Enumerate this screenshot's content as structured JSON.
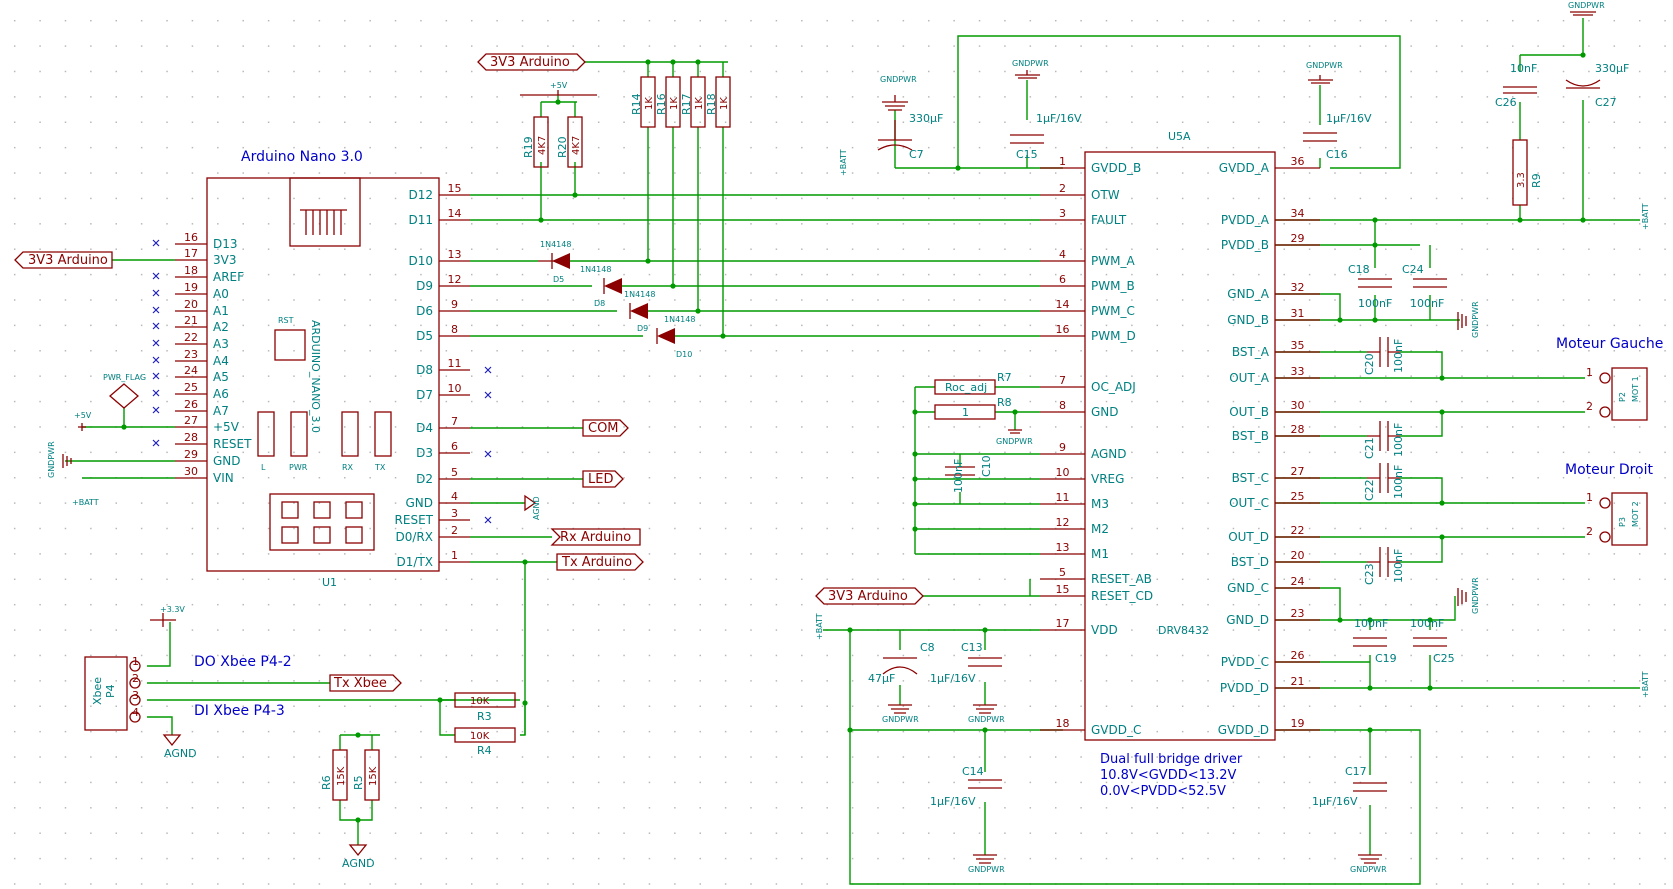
{
  "top": {
    "title": "Arduino Nano 3.0",
    "ref": "U1",
    "inner_label": "ARDUINO_NANO_3.0",
    "rst": "RST",
    "leds": [
      "L",
      "PWR",
      "RX",
      "TX"
    ],
    "left_pins": [
      {
        "num": "16",
        "name": "D13"
      },
      {
        "num": "17",
        "name": "3V3"
      },
      {
        "num": "18",
        "name": "AREF"
      },
      {
        "num": "19",
        "name": "A0"
      },
      {
        "num": "20",
        "name": "A1"
      },
      {
        "num": "21",
        "name": "A2"
      },
      {
        "num": "22",
        "name": "A3"
      },
      {
        "num": "23",
        "name": "A4"
      },
      {
        "num": "24",
        "name": "A5"
      },
      {
        "num": "25",
        "name": "A6"
      },
      {
        "num": "26",
        "name": "A7"
      },
      {
        "num": "27",
        "name": "+5V"
      },
      {
        "num": "28",
        "name": "RESET"
      },
      {
        "num": "29",
        "name": "GND"
      },
      {
        "num": "30",
        "name": "VIN"
      }
    ],
    "right_pins": [
      {
        "num": "15",
        "name": "D12"
      },
      {
        "num": "14",
        "name": "D11"
      },
      {
        "num": "13",
        "name": "D10"
      },
      {
        "num": "12",
        "name": "D9"
      },
      {
        "num": "9",
        "name": "D6"
      },
      {
        "num": "8",
        "name": "D5"
      },
      {
        "num": "11",
        "name": "D8"
      },
      {
        "num": "10",
        "name": "D7"
      },
      {
        "num": "7",
        "name": "D4"
      },
      {
        "num": "6",
        "name": "D3"
      },
      {
        "num": "5",
        "name": "D2"
      },
      {
        "num": "4",
        "name": "GND"
      },
      {
        "num": "3",
        "name": "RESET"
      },
      {
        "num": "2",
        "name": "D0/RX"
      },
      {
        "num": "1",
        "name": "D1/TX"
      }
    ]
  },
  "driver": {
    "ref": "U5A",
    "name": "DRV8432",
    "left_pins": [
      {
        "num": "1",
        "name": "GVDD_B"
      },
      {
        "num": "2",
        "name": "OTW"
      },
      {
        "num": "3",
        "name": "FAULT"
      },
      {
        "num": "4",
        "name": "PWM_A"
      },
      {
        "num": "6",
        "name": "PWM_B"
      },
      {
        "num": "14",
        "name": "PWM_C"
      },
      {
        "num": "16",
        "name": "PWM_D"
      },
      {
        "num": "7",
        "name": "OC_ADJ"
      },
      {
        "num": "8",
        "name": "GND"
      },
      {
        "num": "9",
        "name": "AGND"
      },
      {
        "num": "10",
        "name": "VREG"
      },
      {
        "num": "11",
        "name": "M3"
      },
      {
        "num": "12",
        "name": "M2"
      },
      {
        "num": "13",
        "name": "M1"
      },
      {
        "num": "5",
        "name": "RESET_AB"
      },
      {
        "num": "15",
        "name": "RESET_CD"
      },
      {
        "num": "17",
        "name": "VDD"
      },
      {
        "num": "18",
        "name": "GVDD_C"
      }
    ],
    "right_pins": [
      {
        "num": "36",
        "name": "GVDD_A"
      },
      {
        "num": "34",
        "name": "PVDD_A"
      },
      {
        "num": "29",
        "name": "PVDD_B"
      },
      {
        "num": "32",
        "name": "GND_A"
      },
      {
        "num": "31",
        "name": "GND_B"
      },
      {
        "num": "35",
        "name": "BST_A"
      },
      {
        "num": "33",
        "name": "OUT_A"
      },
      {
        "num": "30",
        "name": "OUT_B"
      },
      {
        "num": "28",
        "name": "BST_B"
      },
      {
        "num": "27",
        "name": "BST_C"
      },
      {
        "num": "25",
        "name": "OUT_C"
      },
      {
        "num": "22",
        "name": "OUT_D"
      },
      {
        "num": "20",
        "name": "BST_D"
      },
      {
        "num": "24",
        "name": "GND_C"
      },
      {
        "num": "23",
        "name": "GND_D"
      },
      {
        "num": "26",
        "name": "PVDD_C"
      },
      {
        "num": "21",
        "name": "PVDD_D"
      },
      {
        "num": "19",
        "name": "GVDD_D"
      }
    ],
    "notes": [
      "Dual full bridge driver",
      "10.8V<GVDD<13.2V",
      "0.0V<PVDD<52.5V"
    ]
  },
  "labels": {
    "v3_1": "3V3 Arduino",
    "v3_2": "3V3 Arduino",
    "v3_3": "3V3 Arduino",
    "com": "COM",
    "led": "LED",
    "rx": "Rx Arduino",
    "tx": "Tx Arduino",
    "txxbee": "Tx Xbee",
    "do_xbee": "DO Xbee P4-2",
    "di_xbee": "DI Xbee P4-3",
    "moteur_g": "Moteur Gauche",
    "moteur_d": "Moteur Droit"
  },
  "power": {
    "gndpwr": "GNDPWR",
    "agnd": "AGND",
    "gnd": "GNDPWR",
    "p5v": "+5V",
    "p33v": "+3.3V",
    "pbatt": "+BATT",
    "pwr_flag": "PWR_FLAG"
  },
  "parts": {
    "r14": {
      "ref": "R14",
      "val": "1K"
    },
    "r16": {
      "ref": "R16",
      "val": "1K"
    },
    "r17": {
      "ref": "R17",
      "val": "1K"
    },
    "r18": {
      "ref": "R18",
      "val": "1K"
    },
    "r19": {
      "ref": "R19",
      "val": "4K7"
    },
    "r20": {
      "ref": "R20",
      "val": "4K7"
    },
    "d5": {
      "ref": "D5",
      "val": "1N4148"
    },
    "d8": {
      "ref": "D8",
      "val": "1N4148"
    },
    "d9": {
      "ref": "D9",
      "val": "1N4148"
    },
    "d10": {
      "ref": "D10",
      "val": "1N4148"
    },
    "c7": {
      "ref": "C7",
      "val": "330µF"
    },
    "c15": {
      "ref": "C15",
      "val": "1µF/16V"
    },
    "c16": {
      "ref": "C16",
      "val": "1µF/16V"
    },
    "c26": {
      "ref": "C26",
      "val": "10nF"
    },
    "c27": {
      "ref": "C27",
      "val": "330µF"
    },
    "r9": {
      "ref": "R9",
      "val": "3.3"
    },
    "c18": {
      "ref": "C18",
      "val": "100nF"
    },
    "c24": {
      "ref": "C24",
      "val": "100nF"
    },
    "c20": {
      "ref": "C20",
      "val": "100nF"
    },
    "c21": {
      "ref": "C21",
      "val": "100nF"
    },
    "c22": {
      "ref": "C22",
      "val": "100nF"
    },
    "c23": {
      "ref": "C23",
      "val": "100nF"
    },
    "c19": {
      "ref": "C19",
      "val": "100nF"
    },
    "c25": {
      "ref": "C25",
      "val": "100nF"
    },
    "r7": {
      "ref": "R7",
      "val": "Roc_adj"
    },
    "r8": {
      "ref": "R8",
      "val": "1"
    },
    "c10": {
      "ref": "C10",
      "val": "100nF"
    },
    "c8": {
      "ref": "C8",
      "val": "47µF"
    },
    "c13": {
      "ref": "C13",
      "val": "1µF/16V"
    },
    "c14": {
      "ref": "C14",
      "val": "1µF/16V"
    },
    "c17": {
      "ref": "C17",
      "val": "1µF/16V"
    },
    "r3": {
      "ref": "R3",
      "val": "10K"
    },
    "r4": {
      "ref": "R4",
      "val": "10K"
    },
    "r5": {
      "ref": "R5",
      "val": "15K"
    },
    "r6": {
      "ref": "R6",
      "val": "15K"
    },
    "p2": {
      "ref": "P2",
      "val": "MOT 1"
    },
    "p3": {
      "ref": "P3",
      "val": "MOT 2"
    },
    "p4": {
      "ref": "P4",
      "val": "Xbee"
    }
  }
}
